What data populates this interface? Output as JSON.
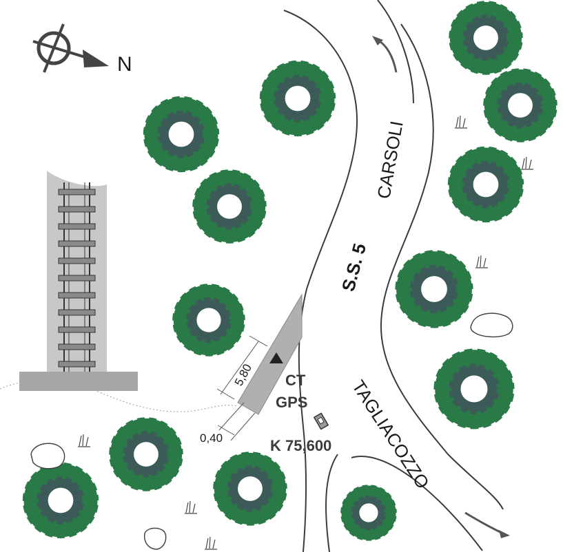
{
  "compass": {
    "north_label": "N"
  },
  "road": {
    "name": "S.S. 5",
    "direction_north": "CARSOLI",
    "direction_south": "TAGLIACOZZO"
  },
  "station": {
    "code": "CT",
    "type": "GPS",
    "kilometer": "K 75,600"
  },
  "dimensions": {
    "length": "5,80",
    "offset": "0,40"
  },
  "colors": {
    "tree_foliage": "#2a7a48",
    "tree_shadow": "#3c5a58",
    "station_platform": "#b0b0b0",
    "railway_bed": "#c8c8c8",
    "road_line": "#3a3a3a",
    "arrow": "#555555"
  },
  "symbols": [
    "compass-rose-icon",
    "tree-icon",
    "grass-icon",
    "rock-icon",
    "gps-point-icon",
    "kilometer-marker-icon",
    "railway-icon"
  ]
}
